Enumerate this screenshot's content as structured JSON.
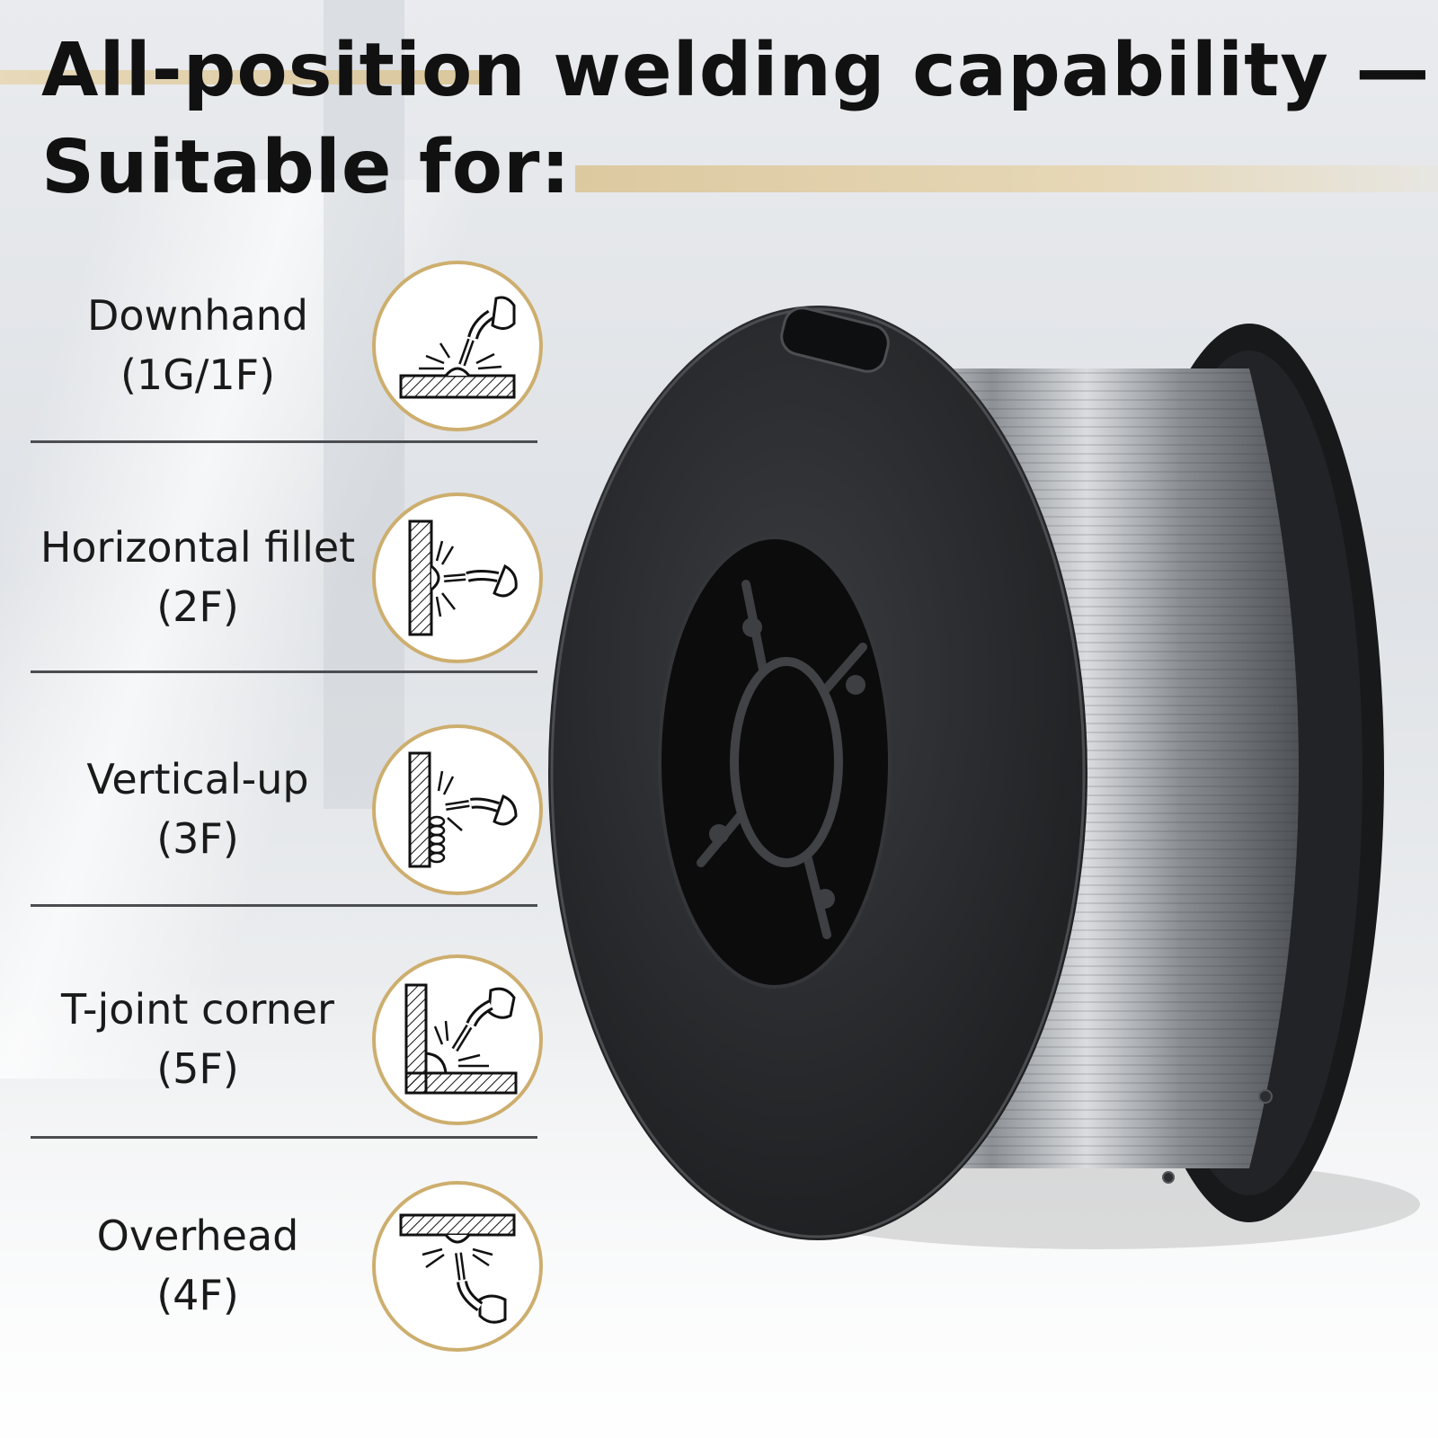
{
  "header": {
    "title_line1": "All-position welding capability —",
    "title_line2": "Suitable for:"
  },
  "positions": [
    {
      "name": "Downhand",
      "code": "(1G/1F)",
      "icon": "downhand-weld-icon"
    },
    {
      "name": "Horizontal fillet",
      "code": "(2F)",
      "icon": "horizontal-fillet-weld-icon"
    },
    {
      "name": "Vertical-up",
      "code": "(3F)",
      "icon": "vertical-up-weld-icon"
    },
    {
      "name": "T-joint corner",
      "code": "(5F)",
      "icon": "t-joint-corner-weld-icon"
    },
    {
      "name": "Overhead",
      "code": "(4F)",
      "icon": "overhead-weld-icon"
    }
  ],
  "colors": {
    "accent_gold": "#cdae6e",
    "accent_bar": "#dcc9a0",
    "text": "#111111",
    "spool_black": "#1f2022",
    "wire_silver": "#a9adb1"
  }
}
